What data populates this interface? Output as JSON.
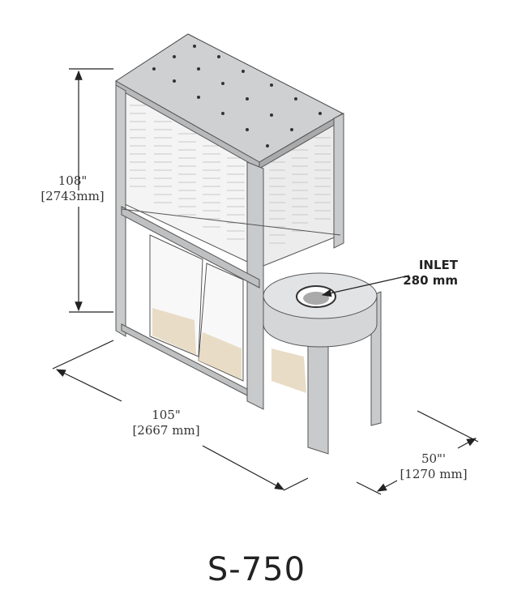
{
  "dimensions": {
    "height": {
      "imperial": "108\"",
      "metric": "[2743mm]"
    },
    "length": {
      "imperial": "105\"",
      "metric": "[2667 mm]"
    },
    "depth": {
      "imperial": "50\"'",
      "metric": "[1270 mm]"
    }
  },
  "inlet": {
    "label": "INLET",
    "size": "280 mm"
  },
  "model": "S-750",
  "colors": {
    "frame": "#c9cacc",
    "bag": "#e9dcc6",
    "line": "#222222"
  }
}
